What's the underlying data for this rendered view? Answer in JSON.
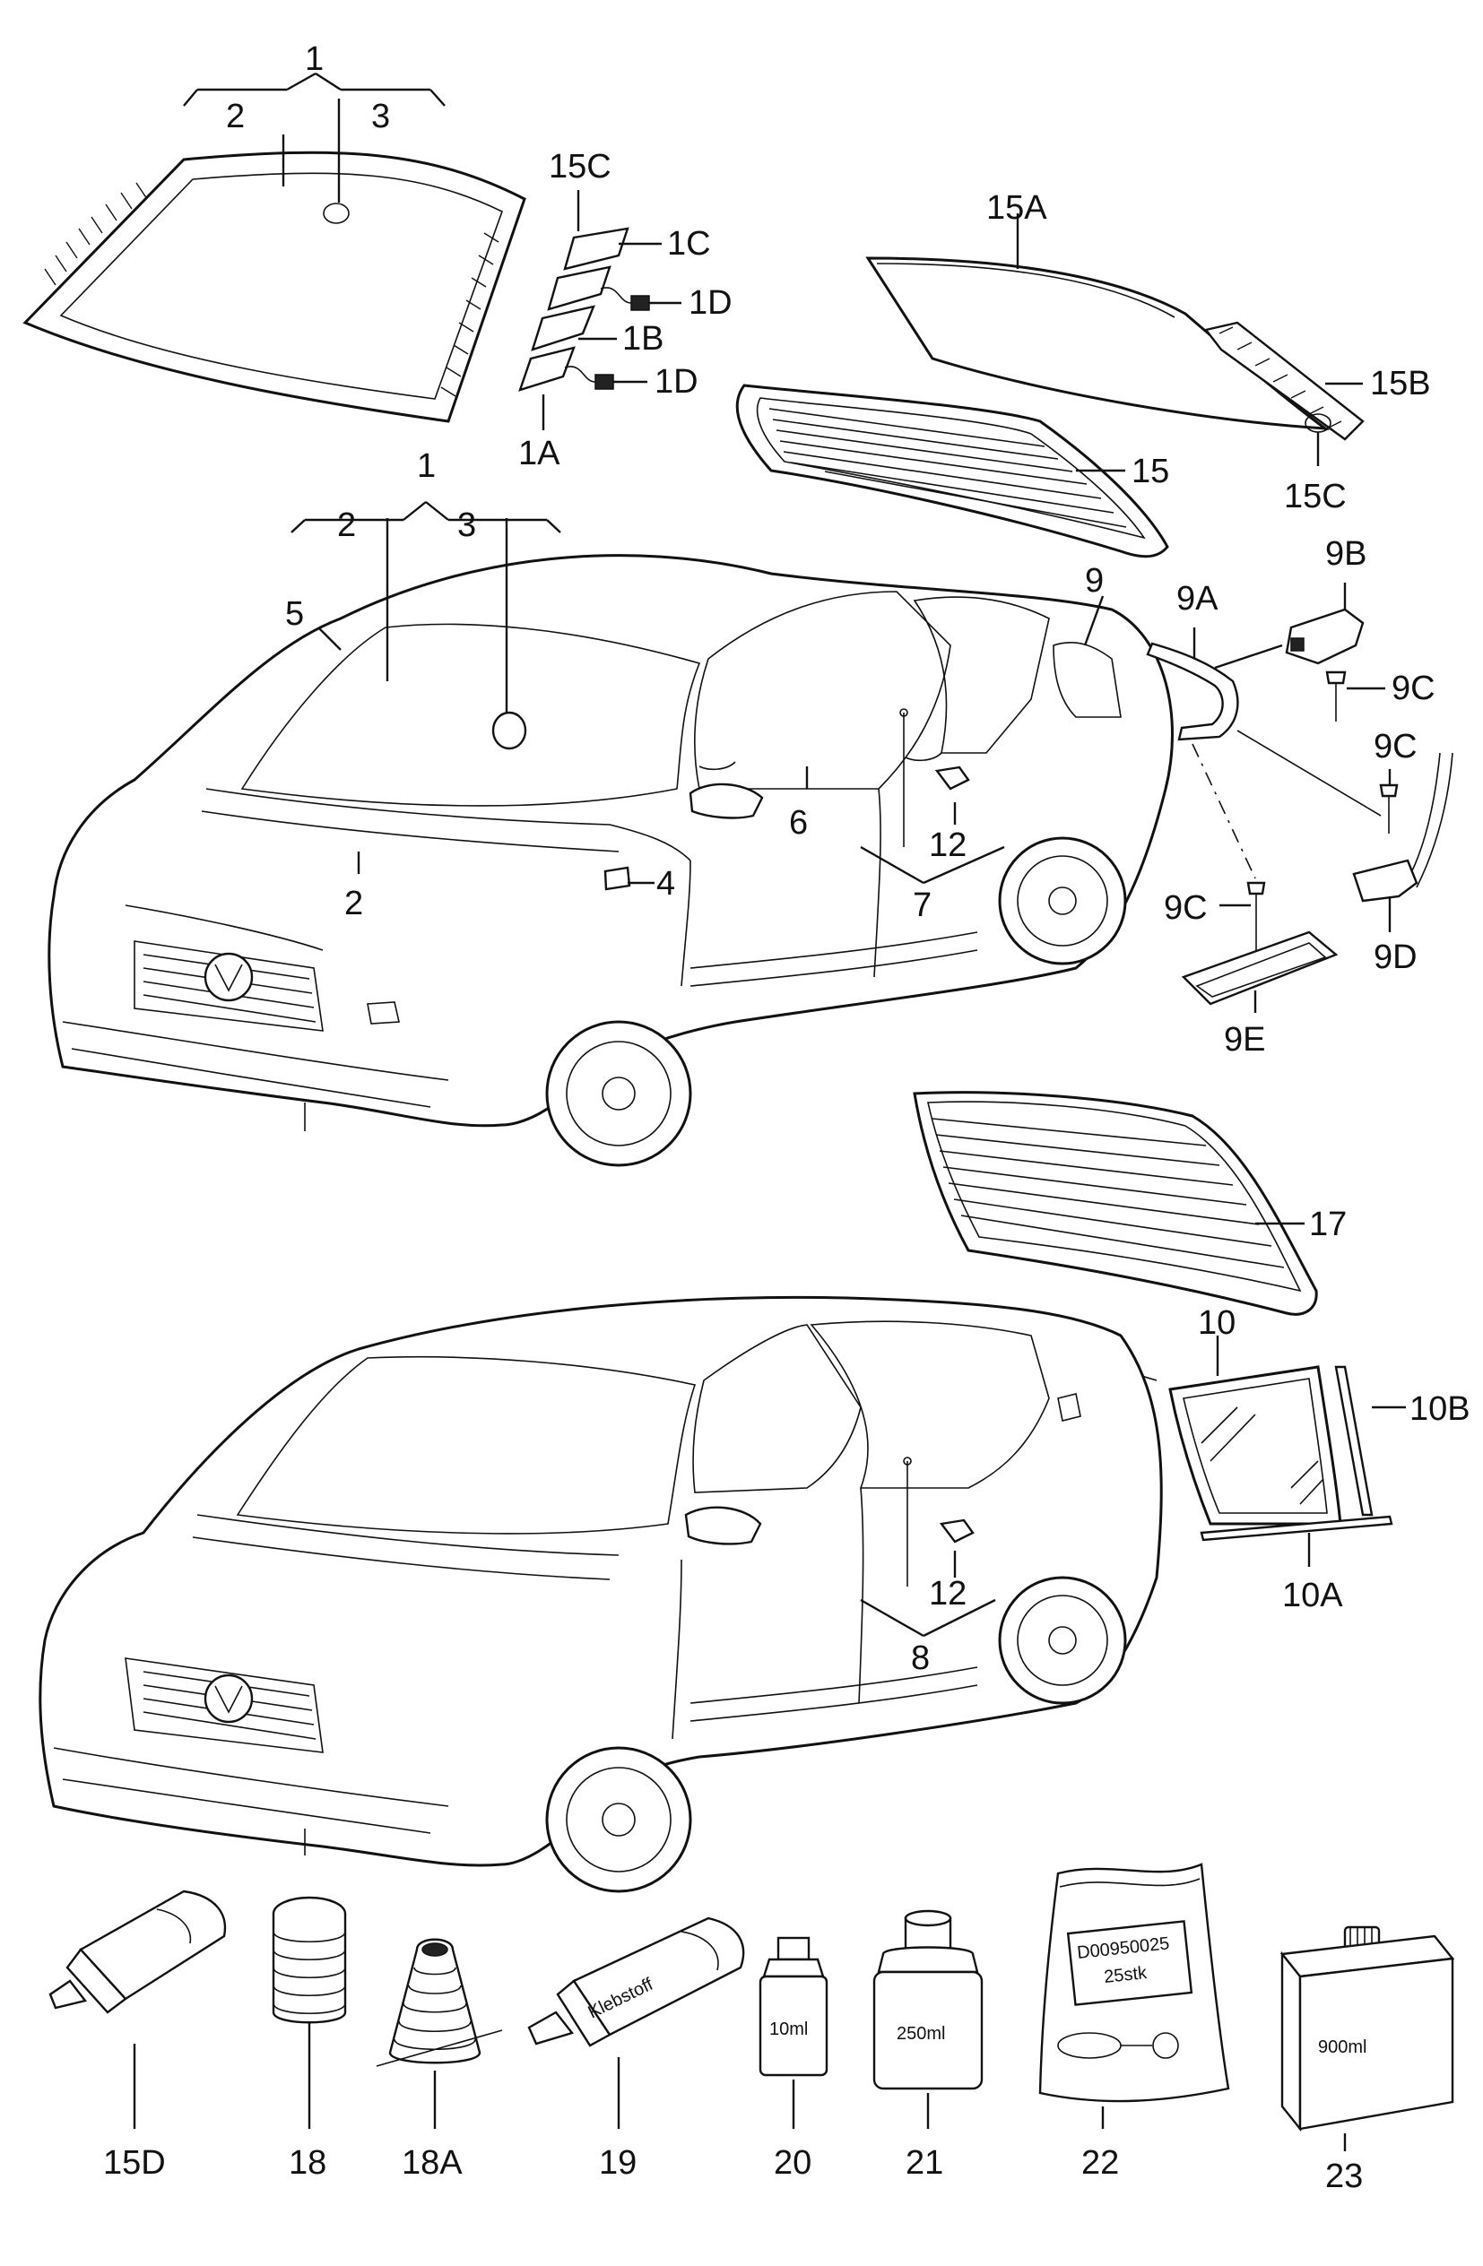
{
  "callouts": {
    "windscreen_group_top": "1",
    "windscreen_top_2": "2",
    "windscreen_top_3": "3",
    "c15c_top": "15C",
    "c1c": "1C",
    "c1d_a": "1D",
    "c1b": "1B",
    "c1d_b": "1D",
    "c1a": "1A",
    "c15a": "15A",
    "c15b": "15B",
    "c15c_right": "15C",
    "c15": "15",
    "sedan_group_1": "1",
    "sedan_2_top": "2",
    "sedan_3": "3",
    "c5": "5",
    "c9": "9",
    "c9a": "9A",
    "c9b": "9B",
    "c9c_a": "9C",
    "c9c_b": "9C",
    "c9c_c": "9C",
    "c9d": "9D",
    "c9e": "9E",
    "c6": "6",
    "c12_sedan": "12",
    "c4": "4",
    "c2_bottom": "2",
    "c7": "7",
    "c17": "17",
    "c10": "10",
    "c10b": "10B",
    "c10a": "10A",
    "c12_wagon": "12",
    "c8": "8",
    "c15d": "15D",
    "c18": "18",
    "c18a": "18A",
    "c19": "19",
    "c20": "20",
    "c21": "21",
    "c22": "22",
    "c23": "23"
  },
  "package_labels": {
    "tube_19": "Klebstoff",
    "bottle_20": "10ml",
    "can_21": "250ml",
    "bag_22_line1": "D00950025",
    "bag_22_line2": "25stk",
    "jug_23": "900ml"
  }
}
